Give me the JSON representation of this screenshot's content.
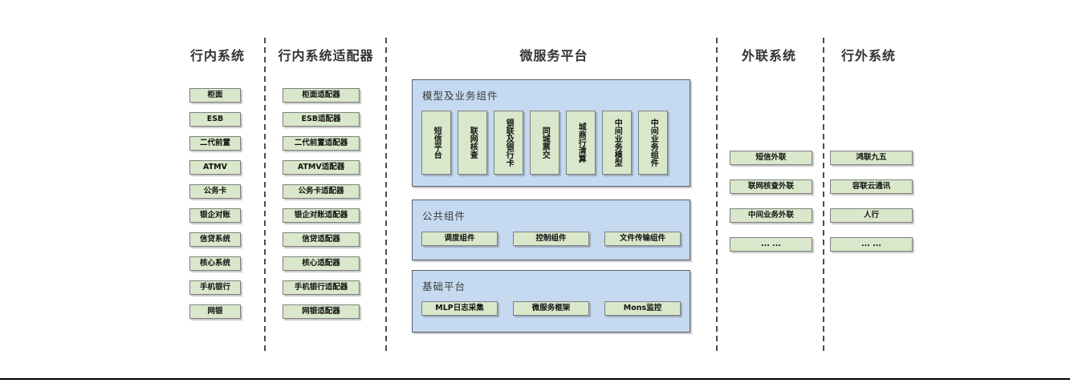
{
  "columns": [
    {
      "title": "行内系统",
      "items": [
        "柜面",
        "ESB",
        "二代前置",
        "ATMV",
        "公务卡",
        "银企对账",
        "信贷系统",
        "核心系统",
        "手机银行",
        "网银"
      ]
    },
    {
      "title": "行内系统适配器",
      "items": [
        "柜面适配器",
        "ESB适配器",
        "二代前置适配器",
        "ATMV适配器",
        "公务卡适配器",
        "银企对账适配器",
        "信贷适配器",
        "核心适配器",
        "手机银行适配器",
        "网银适配器"
      ]
    },
    {
      "title": "微服务平台",
      "sections": [
        {
          "label": "模型及业务组件",
          "items": [
            "短信平台",
            "联网核查",
            "银联及银行卡",
            "同城票交",
            "城商行清算",
            "中间业务模型",
            "中间业务组件"
          ]
        },
        {
          "label": "公共组件",
          "items": [
            "调度组件",
            "控制组件",
            "文件传输组件"
          ]
        },
        {
          "label": "基础平台",
          "items": [
            "MLP日志采集",
            "微服务框架",
            "Mons监控"
          ]
        }
      ]
    },
    {
      "title": "外联系统",
      "items": [
        "短信外联",
        "联网核查外联",
        "中间业务外联",
        "... ..."
      ]
    },
    {
      "title": "行外系统",
      "items": [
        "鸿联九五",
        "容联云通讯",
        "人行",
        "... ..."
      ]
    }
  ],
  "colors": {
    "box_fill": "#d9e7ca",
    "box_border": "#7f7f7f",
    "panel_fill": "#c5daf1",
    "panel_border": "#56606c",
    "separator": "#4d4d4d",
    "heading_text": "#333333",
    "baseline": "#000000"
  }
}
